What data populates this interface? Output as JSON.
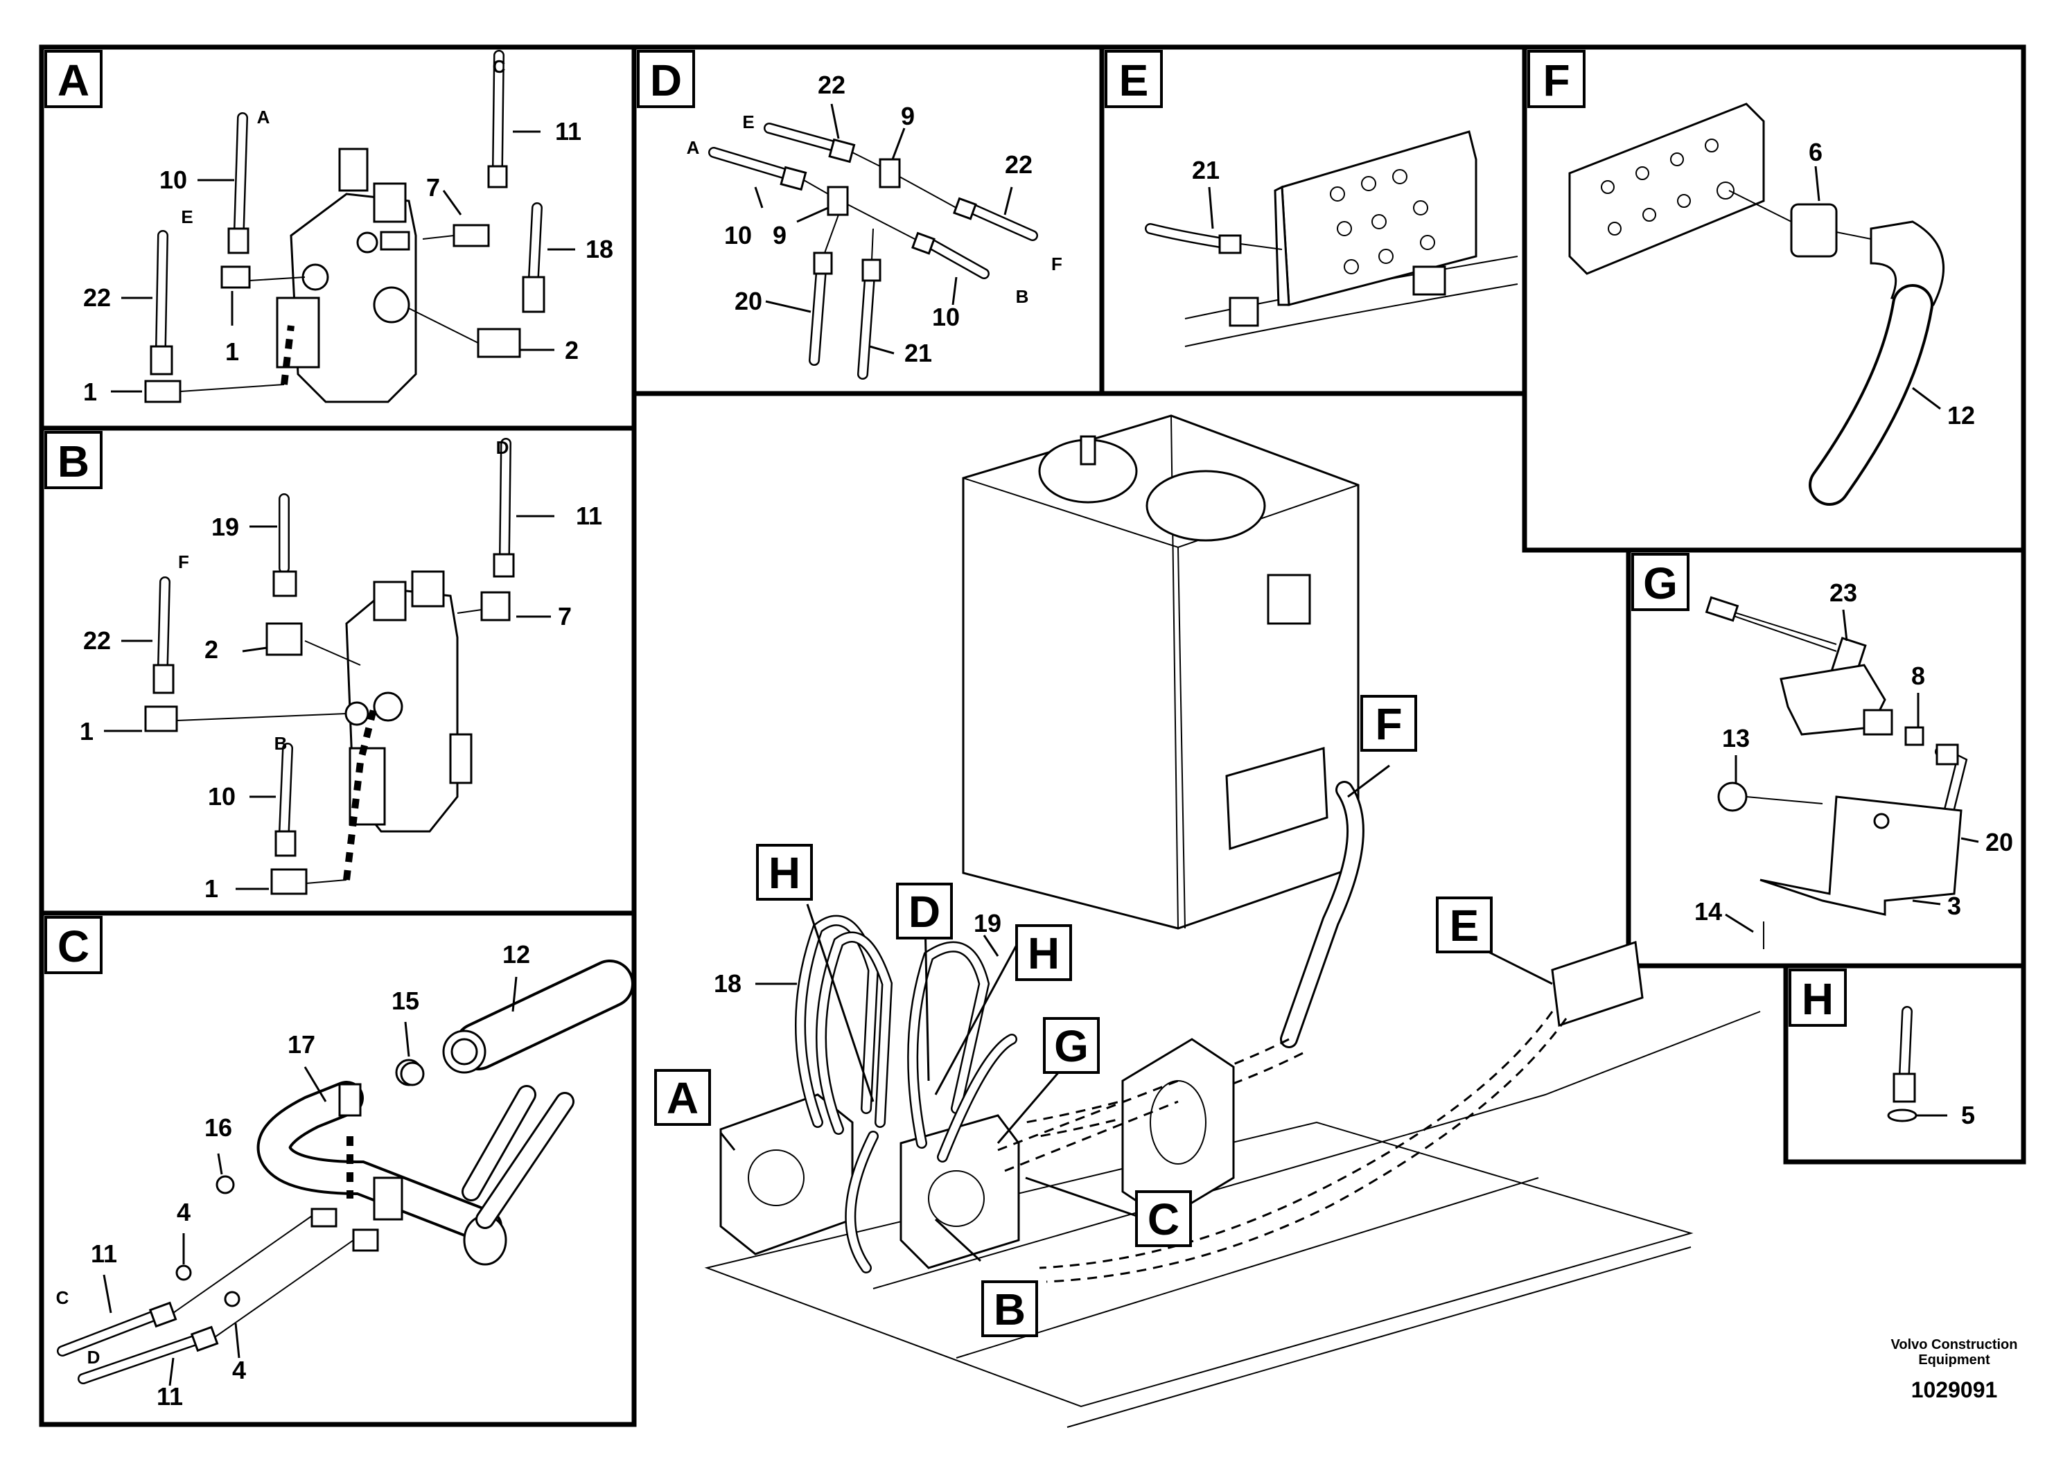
{
  "panels": {
    "A": {
      "letter": "A",
      "labels": {
        "top": "C",
        "tl": "A",
        "e": "E",
        "p10": "10",
        "p11": "11",
        "p7": "7",
        "p18": "18",
        "p22": "22",
        "p1a": "1",
        "p1b": "1",
        "p2": "2"
      }
    },
    "B": {
      "letter": "B",
      "labels": {
        "d": "D",
        "p11": "11",
        "p19": "19",
        "f": "F",
        "p22": "22",
        "p2": "2",
        "p7": "7",
        "p1a": "1",
        "b": "B",
        "p10": "10",
        "p1b": "1"
      }
    },
    "C": {
      "letter": "C",
      "labels": {
        "p12": "12",
        "p15": "15",
        "p17": "17",
        "p16": "16",
        "p4a": "4",
        "p11a": "11",
        "c": "C",
        "d": "D",
        "p11b": "11",
        "p4b": "4"
      }
    },
    "D": {
      "letter": "D",
      "labels": {
        "p22a": "22",
        "e": "E",
        "p9a": "9",
        "a": "A",
        "p22b": "22",
        "p10a": "10",
        "p9b": "9",
        "f": "F",
        "b": "B",
        "p10b": "10",
        "p20": "20",
        "p21": "21"
      }
    },
    "E": {
      "letter": "E",
      "labels": {
        "p21": "21"
      }
    },
    "F": {
      "letter": "F",
      "labels": {
        "p6": "6",
        "p12": "12"
      }
    },
    "G": {
      "letter": "G",
      "labels": {
        "p23": "23",
        "p8": "8",
        "p13": "13",
        "p20": "20",
        "p3": "3",
        "p14": "14"
      }
    },
    "H": {
      "letter": "H",
      "labels": {
        "p5": "5"
      }
    }
  },
  "main": {
    "callouts": {
      "F": "F",
      "H1": "H",
      "D": "D",
      "H2": "H",
      "G": "G",
      "A": "A",
      "E": "E",
      "C": "C",
      "B": "B"
    },
    "labels": {
      "p18": "18",
      "p19": "19"
    }
  },
  "footer": {
    "brand_line1": "Volvo Construction",
    "brand_line2": "Equipment",
    "drawing_id": "1029091"
  }
}
